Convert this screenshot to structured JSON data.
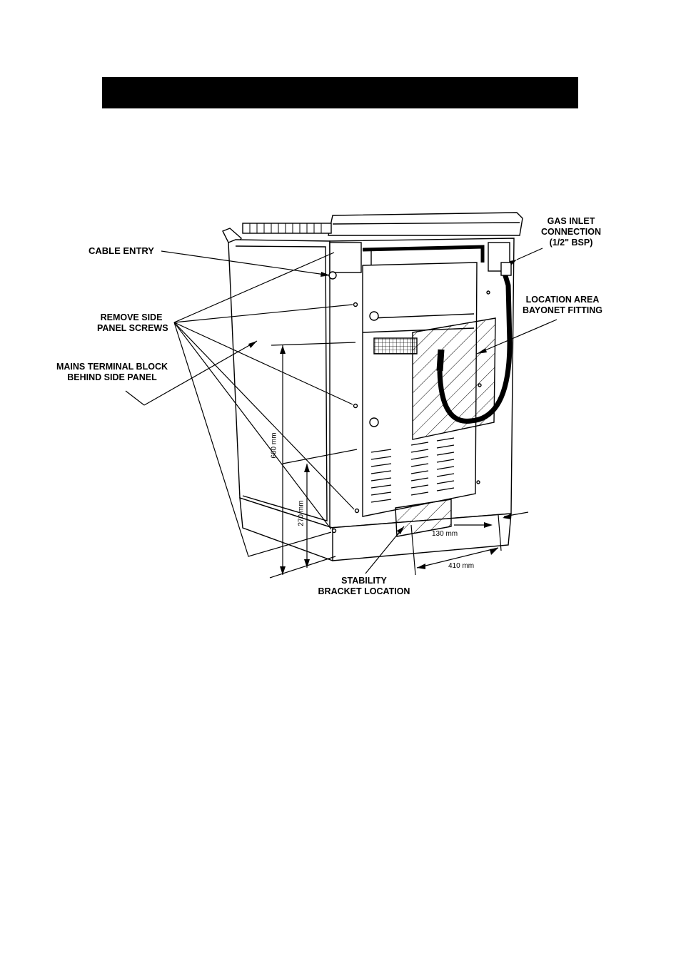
{
  "header": {
    "bar_color": "#000000"
  },
  "labels": {
    "cable_entry": "CABLE ENTRY",
    "remove_side_1": "REMOVE SIDE",
    "remove_side_2": "PANEL SCREWS",
    "mains_1": "MAINS TERMINAL BLOCK",
    "mains_2": "BEHIND SIDE PANEL",
    "gas_1": "GAS INLET",
    "gas_2": "CONNECTION",
    "gas_3": "(1/2\" BSP)",
    "location_1": "LOCATION AREA",
    "location_2": "BAYONET FITTING",
    "stability_1": "STABILITY",
    "stability_2": "BRACKET LOCATION"
  },
  "dimensions": {
    "height_660": "660 mm",
    "height_270": "270 mm",
    "width_130": "130 mm",
    "width_410": "410 mm"
  }
}
